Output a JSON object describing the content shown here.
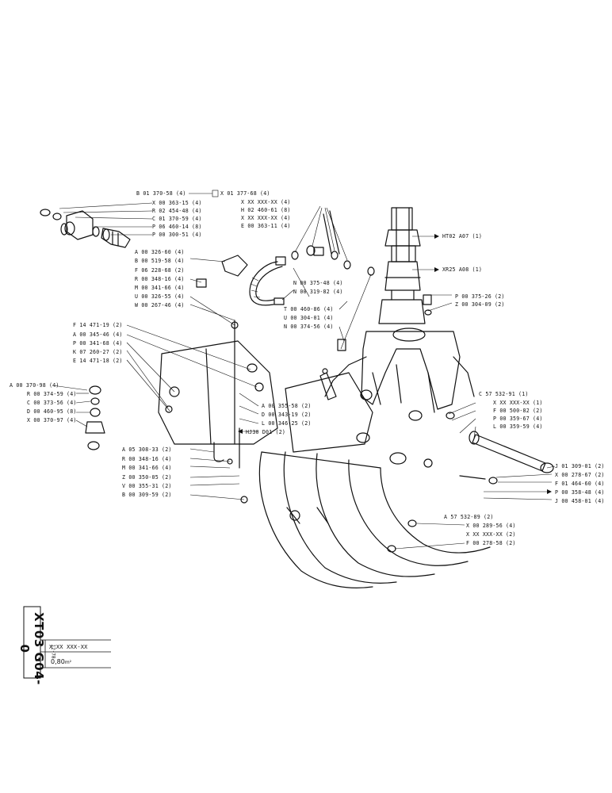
{
  "title_block": {
    "code": "XT03 G04-0",
    "sub_code": "12-78",
    "variant_code": "X XX XXX-XX",
    "spec_prefix": "0,80",
    "spec_unit": "m²"
  },
  "callouts": [
    {
      "id": "B01370",
      "text": "B 01 370-58 (4)"
    },
    {
      "id": "X01377",
      "text": "X 01 377-68 (4)"
    },
    {
      "id": "X00363",
      "text": "X 00 363-15 (4)"
    },
    {
      "id": "R02454",
      "text": "R 02 454-48 (4)"
    },
    {
      "id": "C01370",
      "text": "C 01 370-59 (4)"
    },
    {
      "id": "P06460",
      "text": "P 06 460-14 (8)"
    },
    {
      "id": "P00300",
      "text": "P 00 300-51 (4)"
    },
    {
      "id": "XXXXX1",
      "text": "X XX XXX-XX (4)"
    },
    {
      "id": "H02460",
      "text": "H 02 460-61 (8)"
    },
    {
      "id": "XXXXX2",
      "text": "X XX XXX-XX (4)"
    },
    {
      "id": "E00363",
      "text": "E 00 363-11 (4)"
    },
    {
      "id": "HT02",
      "text": "HT02  A07 (1)"
    },
    {
      "id": "XR25",
      "text": "XR25  A08 (1)"
    },
    {
      "id": "A00326",
      "text": "A 00 326-60 (4)"
    },
    {
      "id": "B00519",
      "text": "B 00 519-58 (4)"
    },
    {
      "id": "F06228",
      "text": "F 06 228-68 (2)"
    },
    {
      "id": "R00348a",
      "text": "R 00 348-16 (4)"
    },
    {
      "id": "M00341a",
      "text": "M 00 341-66 (4)"
    },
    {
      "id": "U00326",
      "text": "U 00 326-55 (4)"
    },
    {
      "id": "W00267",
      "text": "W 00 267-46 (4)"
    },
    {
      "id": "N00375",
      "text": "N 00 375-48 (4)"
    },
    {
      "id": "N00319",
      "text": "N 00 319-82 (4)"
    },
    {
      "id": "P00375",
      "text": "P 00 375-26 (2)"
    },
    {
      "id": "Z00304",
      "text": "Z 00 304-09 (2)"
    },
    {
      "id": "T00460",
      "text": "T 00 460-86 (4)"
    },
    {
      "id": "U00304",
      "text": "U 00 304-01 (4)"
    },
    {
      "id": "N00374",
      "text": "N 00 374-56 (4)"
    },
    {
      "id": "F14471",
      "text": "F 14 471-19 (2)"
    },
    {
      "id": "A00345",
      "text": "A 00 345-46 (4)"
    },
    {
      "id": "P00341",
      "text": "P 00 341-68 (4)"
    },
    {
      "id": "K07260",
      "text": "K 07 260-27 (2)"
    },
    {
      "id": "E14471",
      "text": "E 14 471-18 (2)"
    },
    {
      "id": "A00370",
      "text": "A 00 370-98 (4)"
    },
    {
      "id": "R00374",
      "text": "R 00 374-59 (4)"
    },
    {
      "id": "C00373",
      "text": "C 00 373-56 (4)"
    },
    {
      "id": "D00460",
      "text": "D 00 460-95 (8)"
    },
    {
      "id": "X00370",
      "text": "X 00 370-97 (4)"
    },
    {
      "id": "A00355",
      "text": "A 00 355-58 (2)"
    },
    {
      "id": "D00343",
      "text": "D 00 343-19 (2)"
    },
    {
      "id": "L00346",
      "text": "L 00 346-25 (2)"
    },
    {
      "id": "HJ30",
      "text": "HJ30 D01 (2)"
    },
    {
      "id": "C57532",
      "text": "C 57 532-91 (1)"
    },
    {
      "id": "XXXXX3",
      "text": "X XX XXX-XX (1)"
    },
    {
      "id": "F00500",
      "text": "F 00 500-82 (2)"
    },
    {
      "id": "P00359",
      "text": "P 00 359-67 (4)"
    },
    {
      "id": "L00359",
      "text": "L 00 359-59 (4)"
    },
    {
      "id": "A05308",
      "text": "A 05 308-33 (2)"
    },
    {
      "id": "R00348b",
      "text": "R 00 348-16 (4)"
    },
    {
      "id": "M00341b",
      "text": "M 00 341-66 (4)"
    },
    {
      "id": "Z00350",
      "text": "Z 00 350-05 (2)"
    },
    {
      "id": "V00355",
      "text": "V 00 355-31 (2)"
    },
    {
      "id": "B00309",
      "text": "B 00 309-59 (2)"
    },
    {
      "id": "J01309",
      "text": "J 01 309-01 (2)"
    },
    {
      "id": "X00278",
      "text": "X 00 278-67 (2)"
    },
    {
      "id": "F01464",
      "text": "F 01 464-60 (4)"
    },
    {
      "id": "P00358",
      "text": "P 00 358-48 (4)"
    },
    {
      "id": "J00458",
      "text": "J 00 458-01 (4)"
    },
    {
      "id": "A57532",
      "text": "A 57 532-89 (2)"
    },
    {
      "id": "X00289",
      "text": "X 00 289-56 (4)"
    },
    {
      "id": "XXXXX4",
      "text": "X XX XXX-XX (2)"
    },
    {
      "id": "F00278",
      "text": "F 00 278-58 (2)"
    }
  ]
}
